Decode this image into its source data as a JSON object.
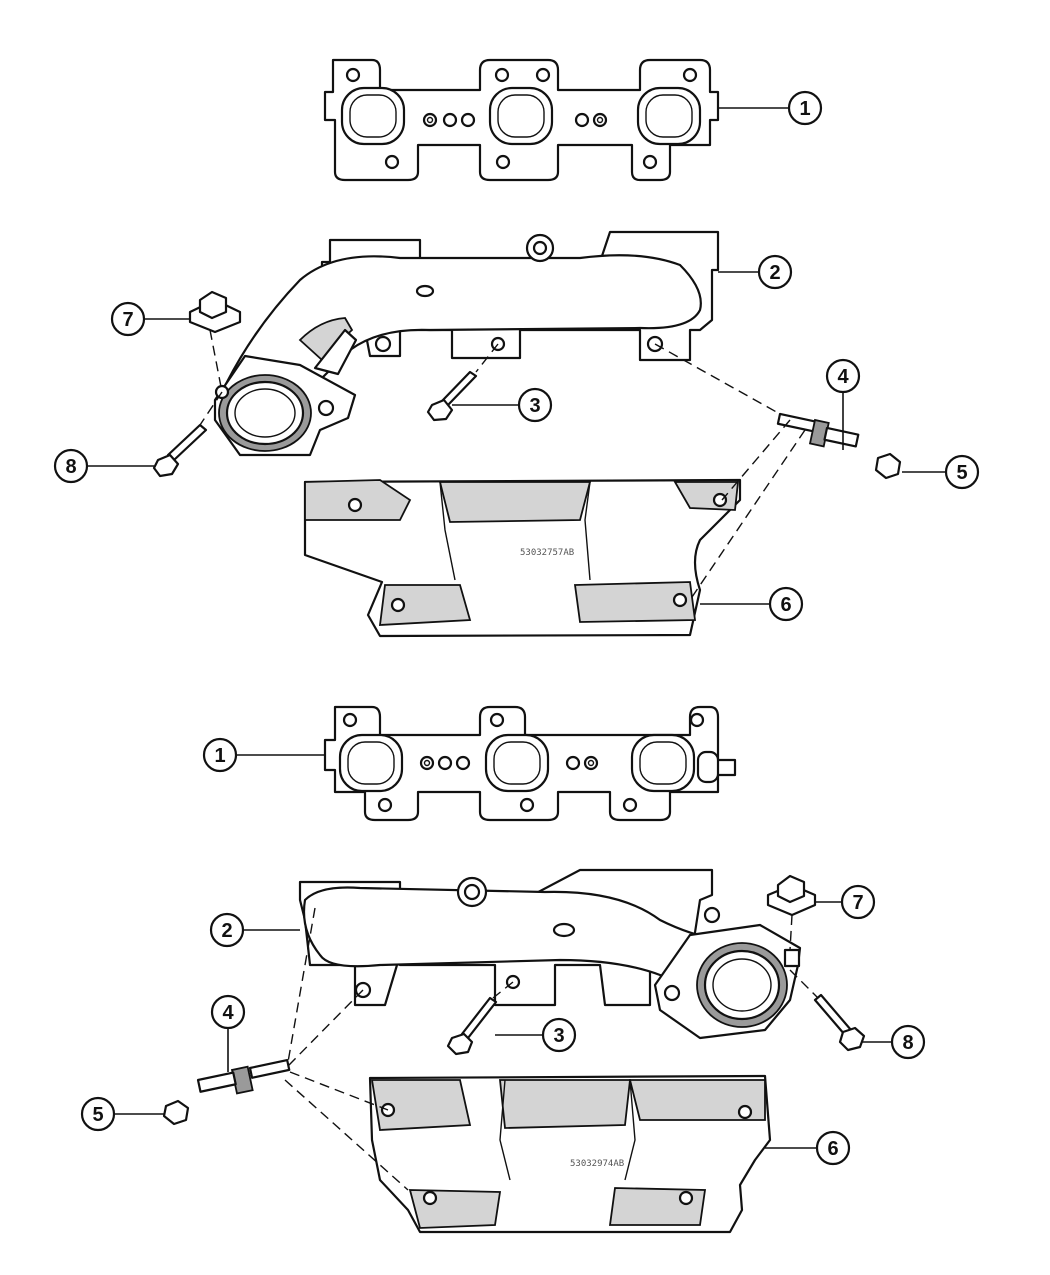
{
  "callouts": {
    "c1a": "1",
    "c2a": "2",
    "c3a": "3",
    "c4a": "4",
    "c5a": "5",
    "c6a": "6",
    "c7a": "7",
    "c8a": "8",
    "c1b": "1",
    "c2b": "2",
    "c3b": "3",
    "c4b": "4",
    "c5b": "5",
    "c6b": "6",
    "c7b": "7",
    "c8b": "8"
  },
  "stamps": {
    "upper_shield": "53032757AB",
    "lower_shield": "53032974AB"
  }
}
